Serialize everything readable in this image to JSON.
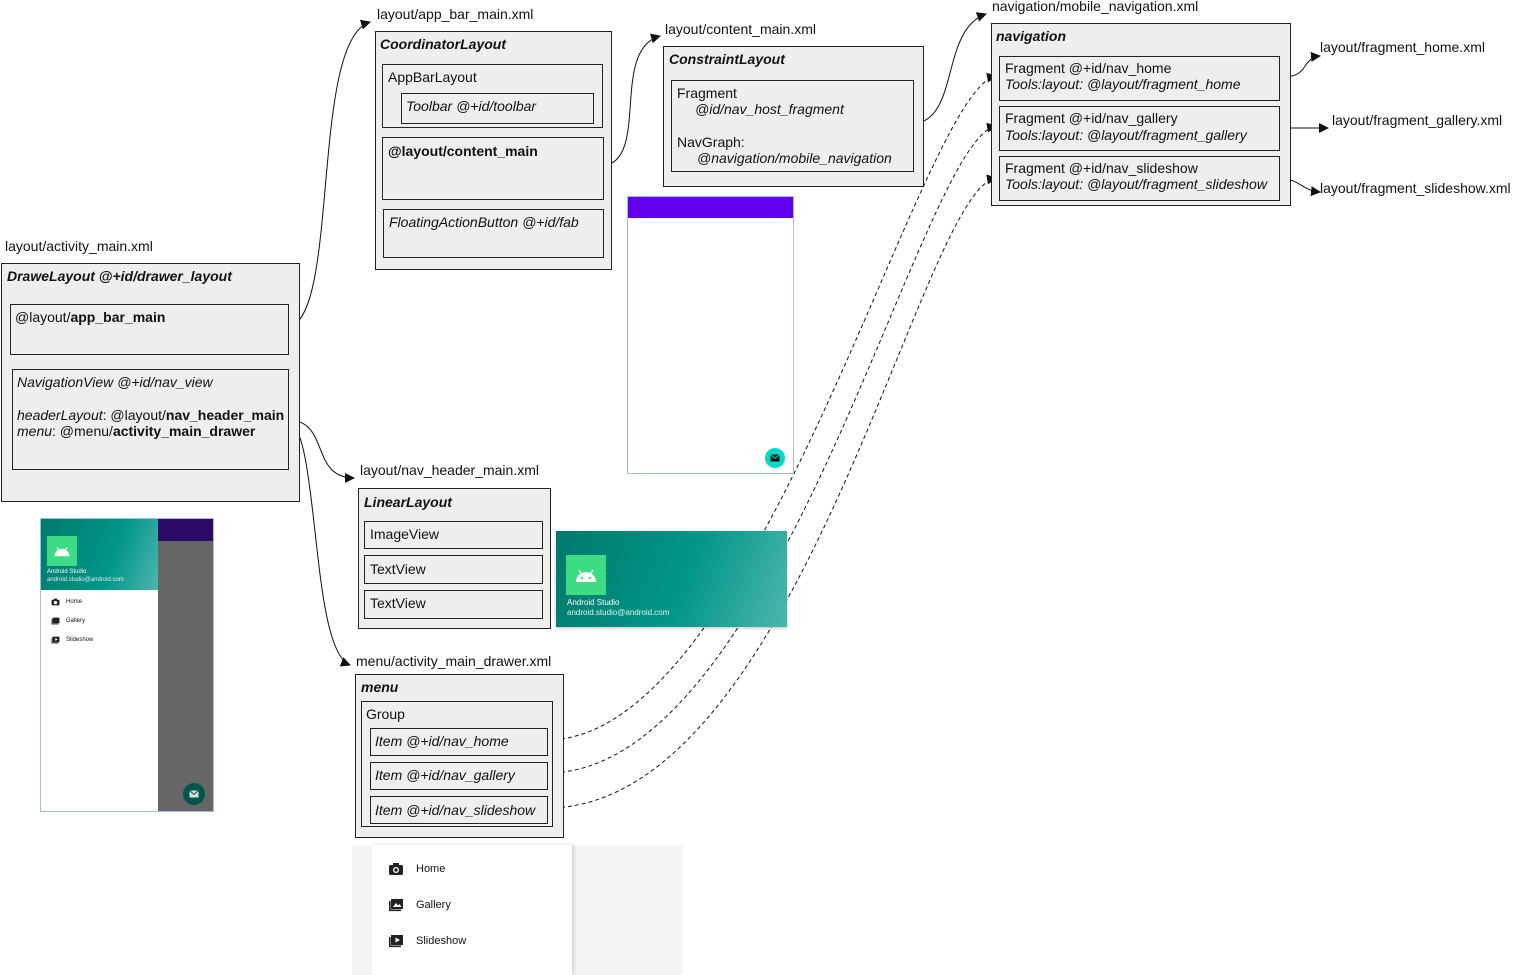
{
  "titles": {
    "activity_main": "layout/activity_main.xml",
    "app_bar_main": "layout/app_bar_main.xml",
    "content_main": "layout/content_main.xml",
    "mobile_navigation": "navigation/mobile_navigation.xml",
    "fragment_home": "layout/fragment_home.xml",
    "fragment_gallery": "layout/fragment_gallery.xml",
    "fragment_slideshow": "layout/fragment_slideshow.xml",
    "nav_header_main": "layout/nav_header_main.xml",
    "activity_main_drawer": "menu/activity_main_drawer.xml"
  },
  "activity_main": {
    "root": "DraweLayout @+id/drawer_layout",
    "include_prefix": "@layout/",
    "include_name": "app_bar_main",
    "navview": "NavigationView @+id/nav_view",
    "header_key": "headerLayout",
    "header_sep": ": @layout/",
    "header_val": "nav_header_main",
    "menu_key": "menu",
    "menu_sep": ": @menu/",
    "menu_val": "activity_main_drawer"
  },
  "app_bar_main": {
    "root": "CoordinatorLayout",
    "appbar": "AppBarLayout",
    "toolbar": "Toolbar @+id/toolbar",
    "include": "@layout/content_main",
    "fab": "FloatingActionButton @+id/fab"
  },
  "content_main": {
    "root": "ConstraintLayout",
    "fragment": "Fragment",
    "fragment_id": "@id/nav_host_fragment",
    "navgraph": "NavGraph:",
    "navgraph_val": "@navigation/mobile_navigation"
  },
  "navigation": {
    "root": "navigation",
    "fragments": [
      {
        "decl": "Fragment @+id/nav_home",
        "tools": "Tools:layout: @layout/fragment_home"
      },
      {
        "decl": "Fragment @+id/nav_gallery",
        "tools": "Tools:layout: @layout/fragment_gallery"
      },
      {
        "decl": "Fragment @+id/nav_slideshow",
        "tools": "Tools:layout: @layout/fragment_slideshow"
      }
    ]
  },
  "nav_header_main": {
    "root": "LinearLayout",
    "children": [
      "ImageView",
      "TextView",
      "TextView"
    ]
  },
  "drawer_menu": {
    "root": "menu",
    "group": "Group",
    "items": [
      "Item @+id/nav_home",
      "Item @+id/nav_gallery",
      "Item @+id/nav_slideshow"
    ]
  },
  "preview": {
    "app_name": "Android Studio",
    "email": "android.studio@android.com",
    "menu_items": [
      "Home",
      "Gallery",
      "Slideshow"
    ]
  },
  "colors": {
    "toolbar_purple": "#6200ee",
    "status_dark": "#3700b3",
    "fab_teal": "#03dac5",
    "header_teal": "#009688",
    "box_fill": "#eeeeee"
  }
}
